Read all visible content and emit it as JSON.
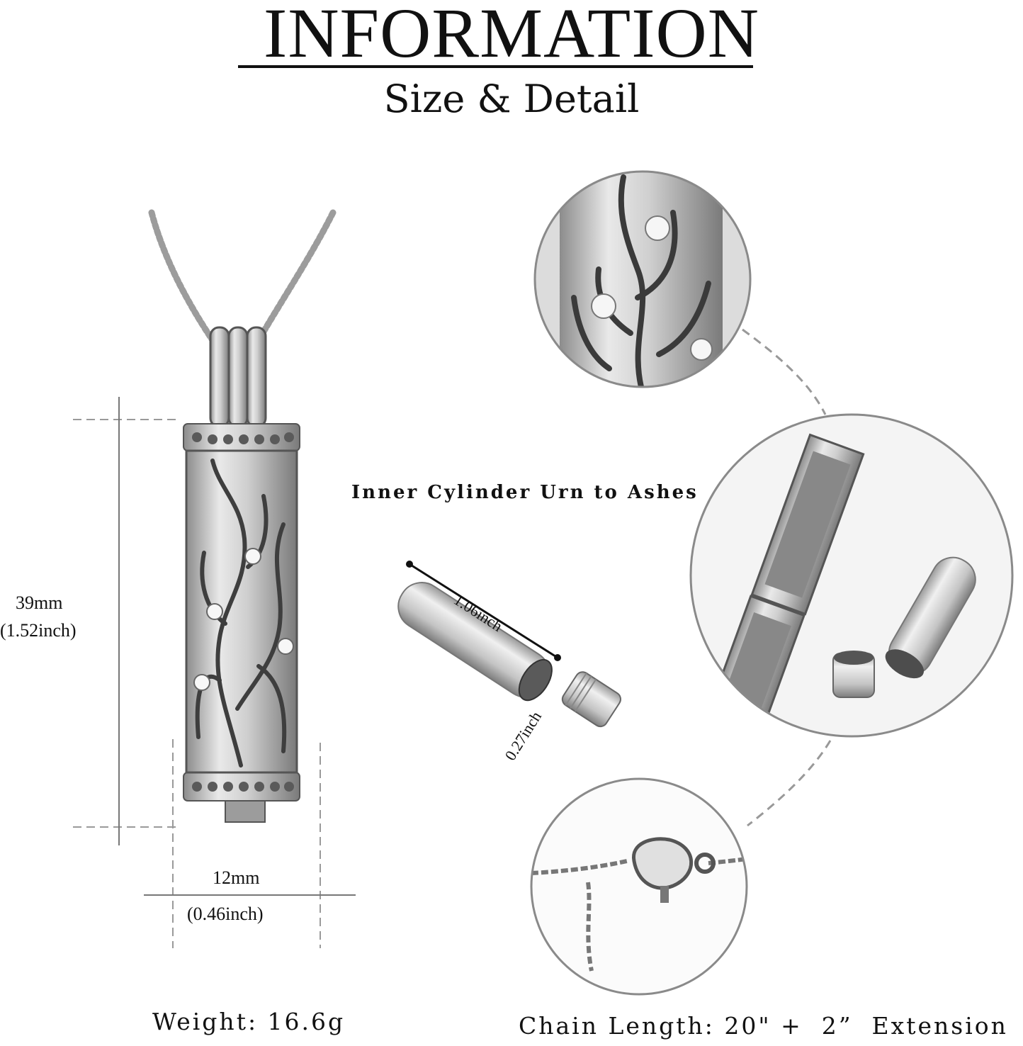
{
  "header": {
    "title": "INFORMATION",
    "subtitle": "Size & Detail"
  },
  "dimensions": {
    "height_mm": "39mm",
    "height_inch": "(1.52inch)",
    "width_mm": "12mm",
    "width_inch": "(0.46inch)"
  },
  "inner_cylinder": {
    "caption": "Inner Cylinder Urn to Ashes",
    "length_label": "1.06inch",
    "diameter_label": "0.27inch"
  },
  "footer": {
    "weight": "Weight: 16.6g",
    "chain_length": "Chain Length: 20\" +  2”  Extension"
  },
  "colors": {
    "silver_light": "#e6e6e6",
    "silver_mid": "#b8b8b8",
    "silver_dark": "#5a5a5a",
    "guide_line": "#9a9a9a",
    "circle_border": "#8a8a8a"
  }
}
